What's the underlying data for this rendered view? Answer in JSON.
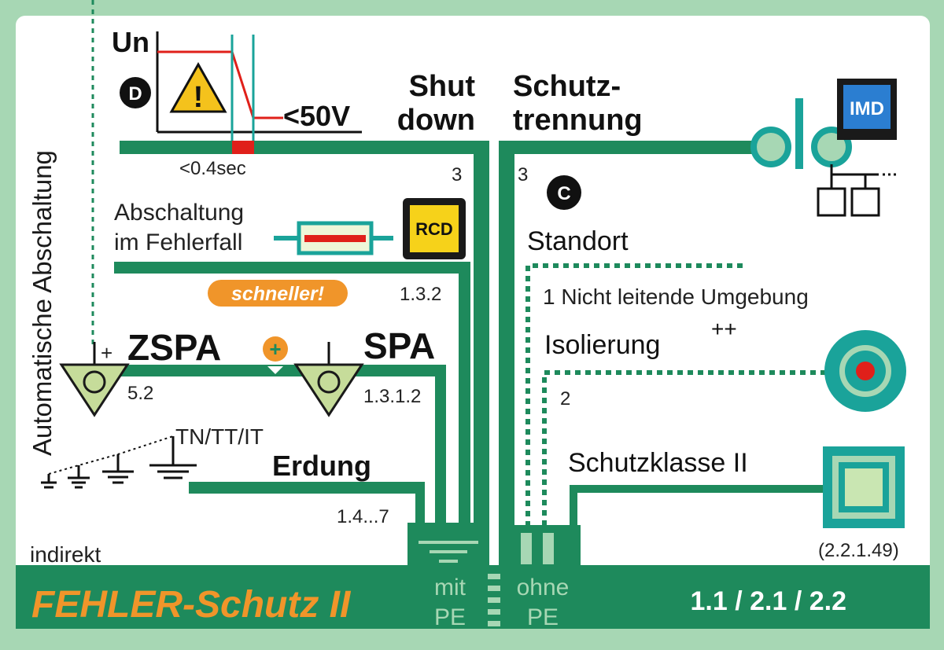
{
  "title": "FEHLER-Schutz II",
  "references": "1.1 / 2.1 / 2.2",
  "left_vertical_label": "Automatische Abschaltung",
  "indirekt": "indirekt",
  "chart": {
    "un": "Un",
    "badge_letter": "D",
    "voltage_label": "<50V",
    "time_label": "<0.4sec"
  },
  "shutdown": {
    "line1": "Shut",
    "line2": "down",
    "ref": "3"
  },
  "schutztrennung": {
    "line1": "Schutz-",
    "line2": "trennung",
    "ref": "3",
    "badge_letter": "C",
    "imd_label": "IMD"
  },
  "abschaltung": {
    "line1": "Abschaltung",
    "line2": "im Fehlerfall",
    "rcd_label": "RCD",
    "ref": "1.3.2",
    "faster_badge": "schneller!"
  },
  "zspa": {
    "label": "ZSPA",
    "plus": "+",
    "ref": "5.2"
  },
  "spa": {
    "label": "SPA",
    "ref": "1.3.1.2"
  },
  "grounding": {
    "label": "Erdung",
    "systems": "TN/TT/IT",
    "ref": "1.4...7"
  },
  "standort": {
    "label": "Standort",
    "item": "1 Nicht leitende Umgebung"
  },
  "isolierung": {
    "label": "Isolierung",
    "sup": "++",
    "ref": "2"
  },
  "schutzklasse": {
    "label": "Schutzklasse II",
    "ref": "(2.2.1.49)"
  },
  "mit_pe": {
    "line1": "mit",
    "line2": "PE"
  },
  "ohne_pe": {
    "line1": "ohne",
    "line2": "PE"
  },
  "colors": {
    "green": "#1e8a5c",
    "light_green": "#a7d7b4",
    "orange": "#f0952a",
    "red": "#e0201a",
    "teal": "#1aa39a",
    "yellow": "#f6d21a",
    "blue": "#2b7ed1",
    "warning_yellow": "#f4c21c"
  }
}
